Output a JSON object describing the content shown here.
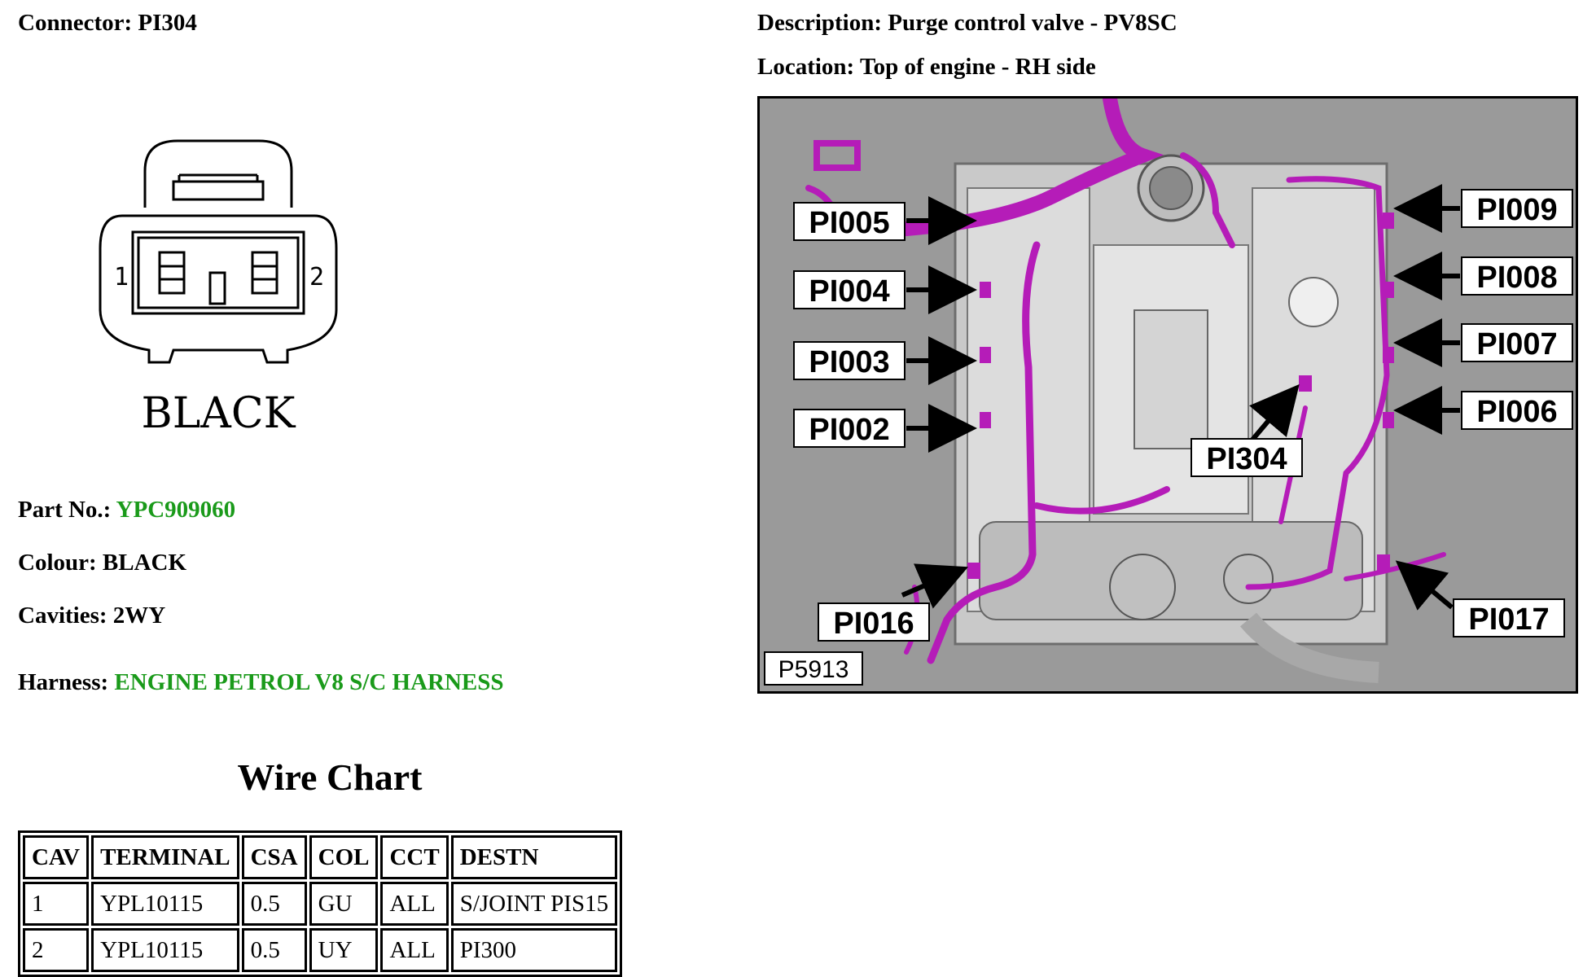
{
  "connector": {
    "label": "Connector:",
    "value": "PI304"
  },
  "description": {
    "label": "Description:",
    "value": "Purge control valve - PV8SC"
  },
  "location": {
    "label": "Location:",
    "value": "Top of engine - RH side"
  },
  "connector_diagram": {
    "colour_text": "BLACK",
    "pin_1": "1",
    "pin_2": "2"
  },
  "part_no": {
    "label": "Part No.:",
    "value": "YPC909060"
  },
  "colour": {
    "label": "Colour:",
    "value": "BLACK"
  },
  "cavities": {
    "label": "Cavities:",
    "value": "2WY"
  },
  "harness": {
    "label": "Harness:",
    "value": "ENGINE PETROL V8 S/C HARNESS"
  },
  "link_color": "#1a9a1a",
  "wire_chart": {
    "title": "Wire Chart",
    "headers": [
      "CAV",
      "TERMINAL",
      "CSA",
      "COL",
      "CCT",
      "DESTN"
    ],
    "rows": [
      [
        "1",
        "YPL10115",
        "0.5",
        "GU",
        "ALL",
        "S/JOINT PIS15"
      ],
      [
        "2",
        "YPL10115",
        "0.5",
        "UY",
        "ALL",
        "PI300"
      ]
    ]
  },
  "location_image": {
    "figure_ref": "P5913",
    "harness_color": "#b51cb8",
    "callouts": {
      "pi005": "PI005",
      "pi004": "PI004",
      "pi003": "PI003",
      "pi002": "PI002",
      "pi009": "PI009",
      "pi008": "PI008",
      "pi007": "PI007",
      "pi006": "PI006",
      "pi304": "PI304",
      "pi016": "PI016",
      "pi017": "PI017"
    }
  }
}
